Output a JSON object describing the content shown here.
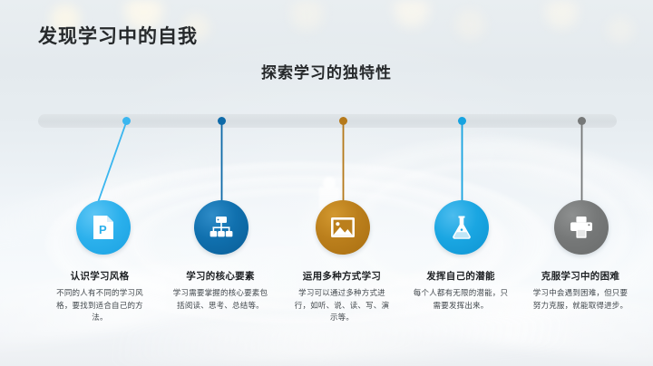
{
  "slide": {
    "title": "发现学习中的自我",
    "subtitle": "探索学习的独特性"
  },
  "colors": {
    "rail": "#d9dee2",
    "text_dark": "#26292b",
    "text_body": "#42484d",
    "node_1": "#3ab6ef",
    "node_2": "#0e6aa8",
    "node_3": "#b5791a",
    "node_4": "#17a3e0",
    "node_5": "#767878"
  },
  "items": [
    {
      "icon": "document-p-icon",
      "color": "#3ab6ef",
      "heading": "认识学习风格",
      "body": "不同的人有不同的学习风格，要找到适合自己的方法。"
    },
    {
      "icon": "sitemap-icon",
      "color": "#0e6aa8",
      "heading": "学习的核心要素",
      "body": "学习需要掌握的核心要素包括阅读、思考、总结等。"
    },
    {
      "icon": "image-icon",
      "color": "#b5791a",
      "heading": "运用多种方式学习",
      "body": "学习可以通过多种方式进行，如听、说、读、写、演示等。"
    },
    {
      "icon": "flask-icon",
      "color": "#17a3e0",
      "heading": "发挥自己的潜能",
      "body": "每个人都有无限的潜能，只需要发挥出来。"
    },
    {
      "icon": "printer-icon",
      "color": "#767878",
      "heading": "克服学习中的困难",
      "body": "学习中会遇到困难，但只要努力克服，就能取得进步。"
    }
  ]
}
